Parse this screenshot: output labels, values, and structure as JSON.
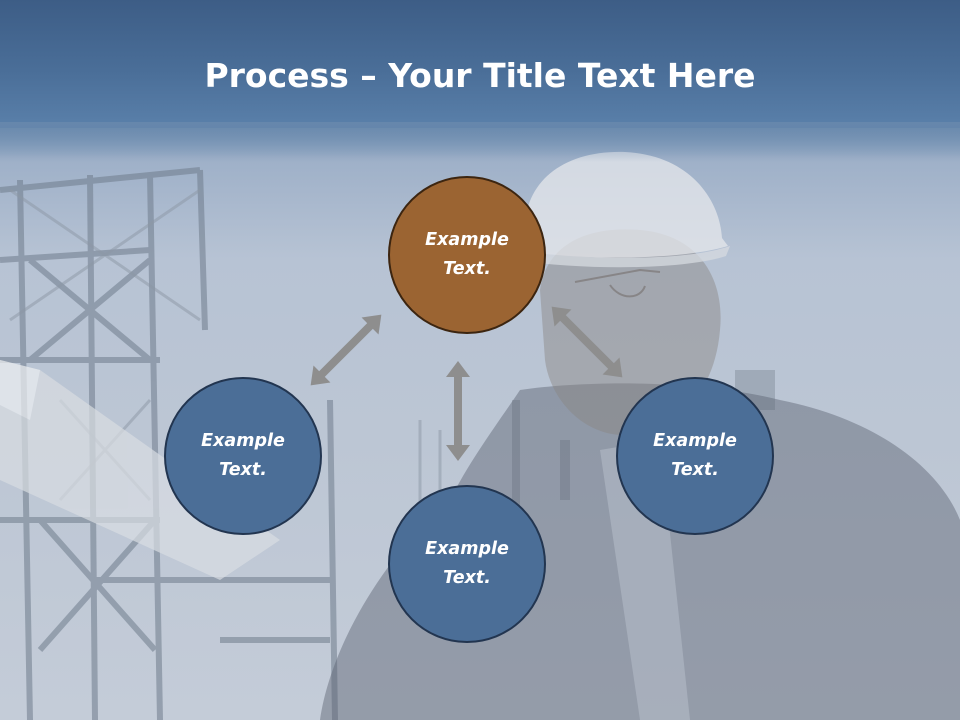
{
  "slide": {
    "title_bold": "Process",
    "title_rest": " – Your Title Text Here",
    "nodes": {
      "top": "Example\nText.",
      "left": "Example\nText.",
      "right": "Example\nText.",
      "bottom": "Example\nText."
    }
  },
  "colors": {
    "header": "#4a6e98",
    "node_blue": "#4b6e97",
    "node_brown": "#9b6432",
    "arrow": "#8e8e8e",
    "text": "#ffffff"
  },
  "icons": {
    "arrows": [
      "double-arrow-diagonal-left-icon",
      "double-arrow-vertical-icon",
      "double-arrow-diagonal-right-icon"
    ]
  }
}
